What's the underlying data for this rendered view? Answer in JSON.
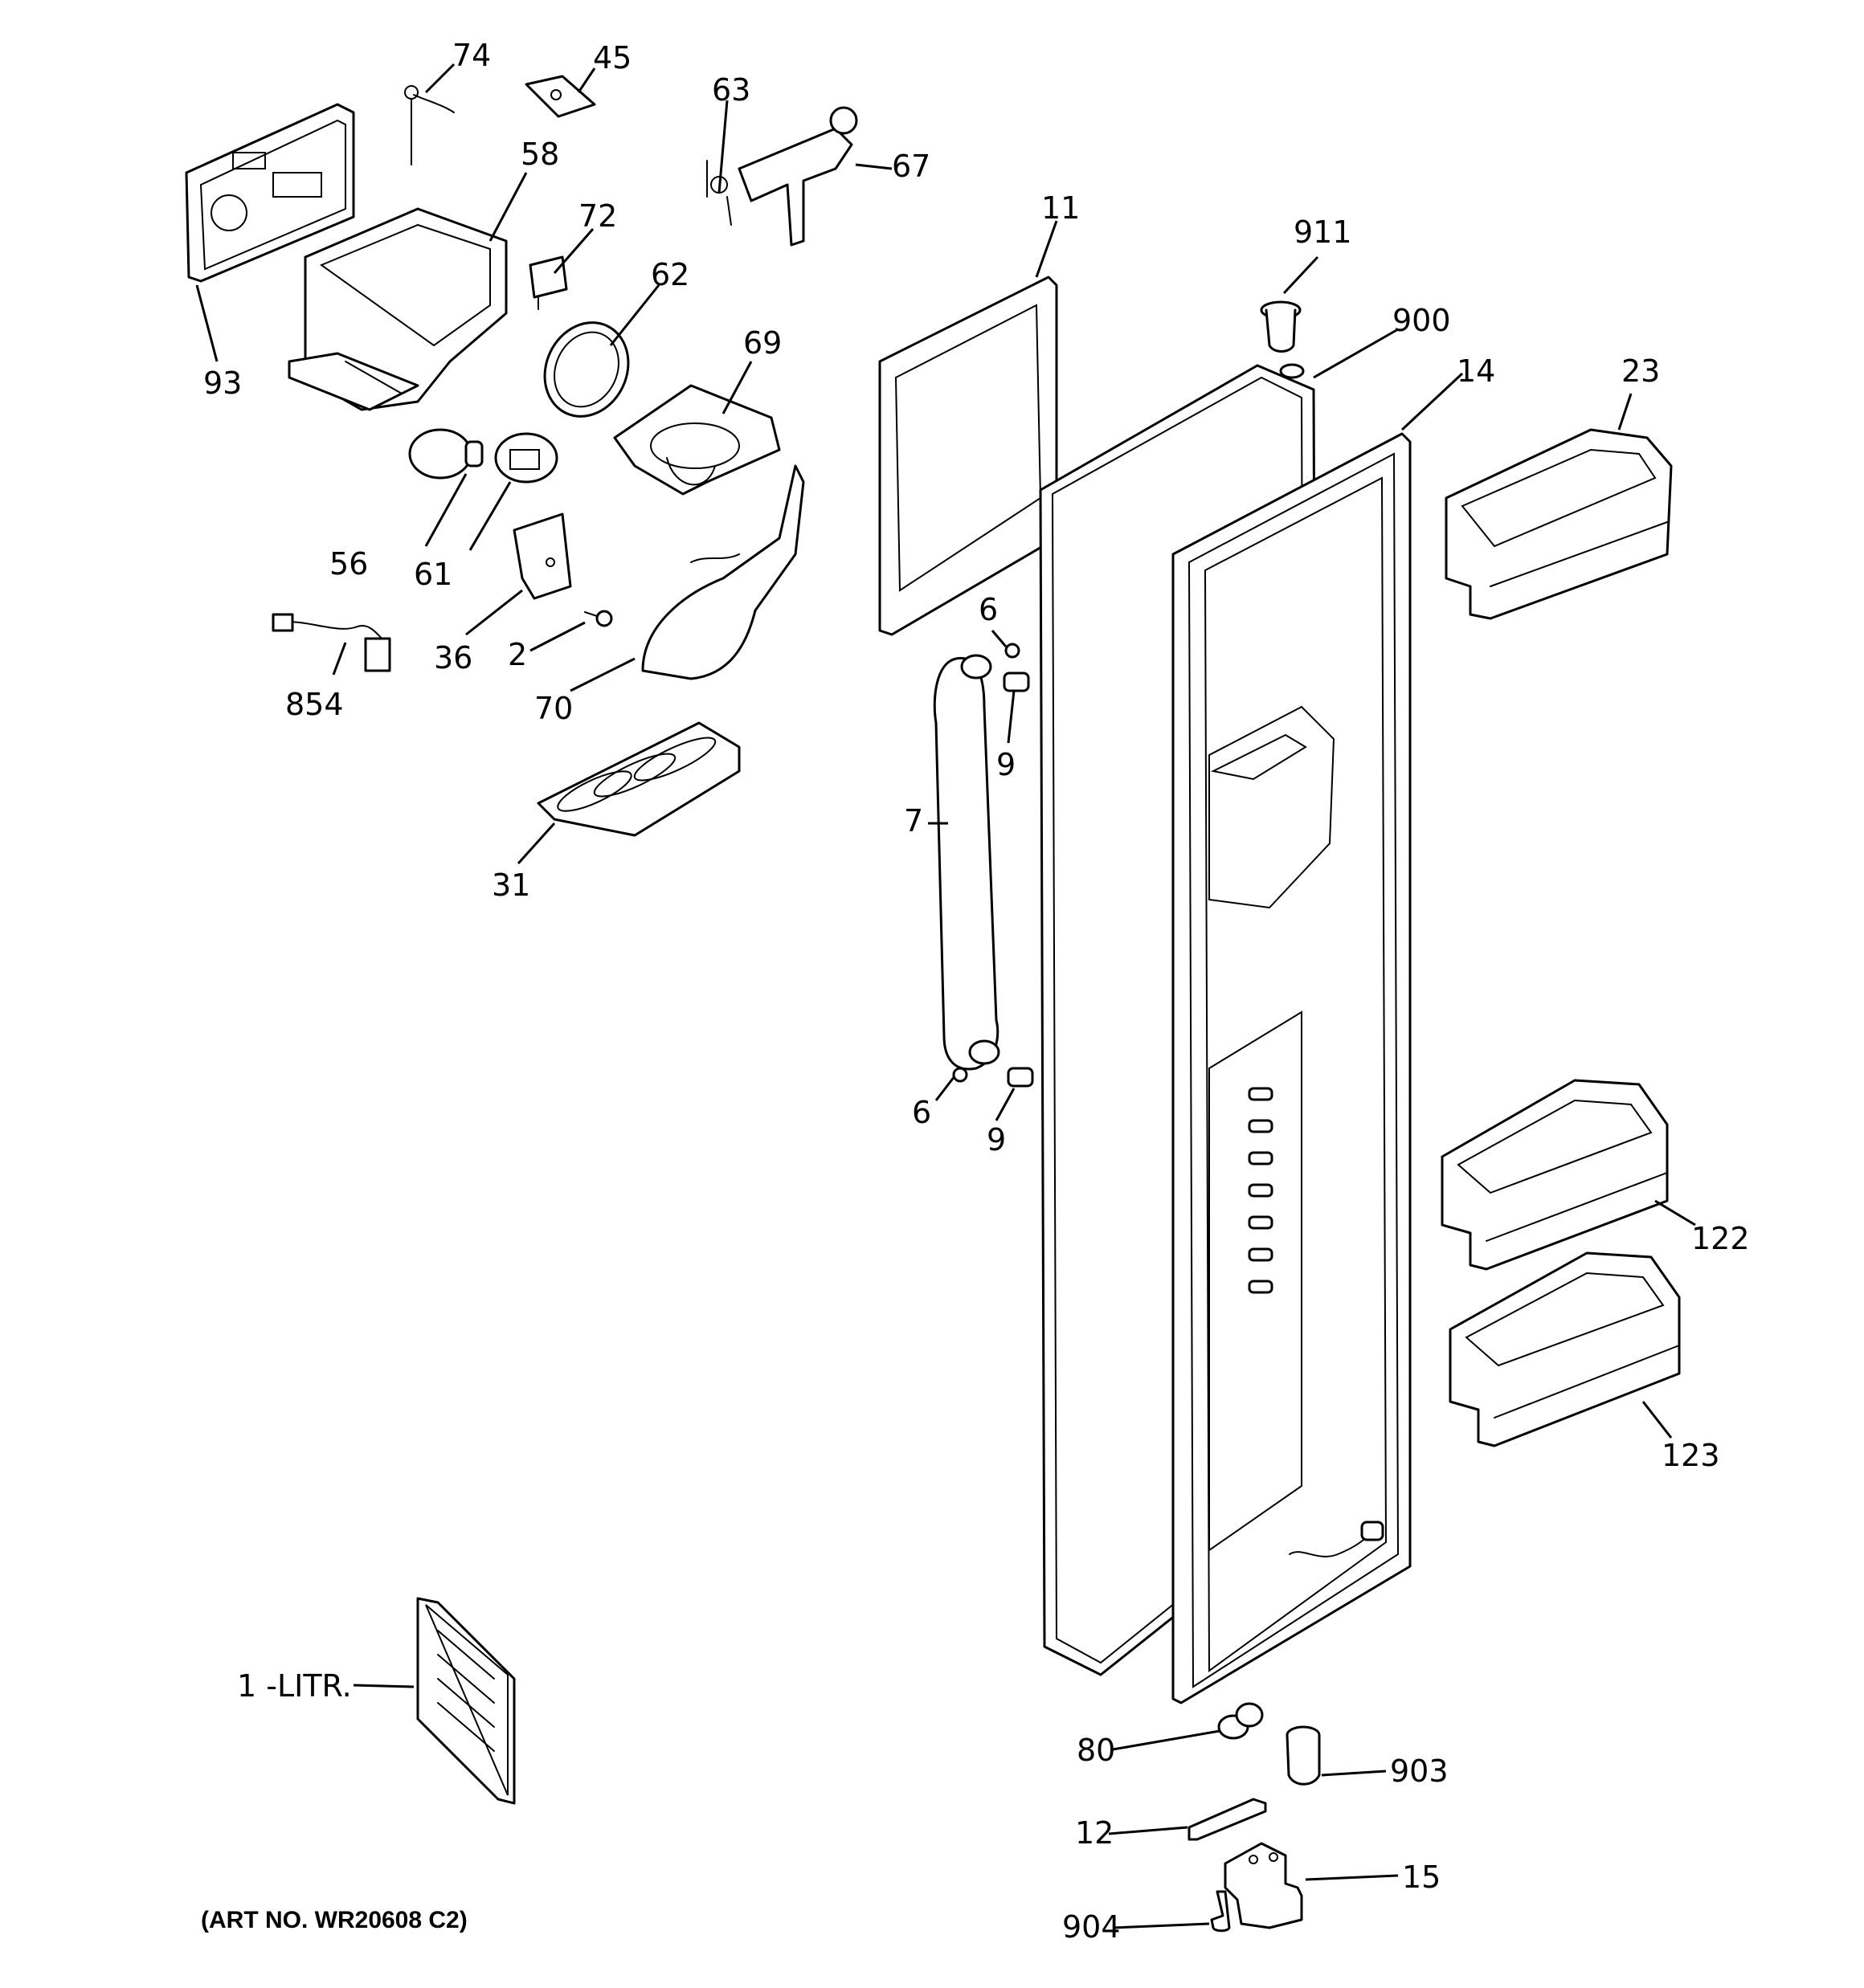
{
  "diagram": {
    "art_number": "(ART NO. WR20608 C2)",
    "callouts": [
      "74",
      "45",
      "63",
      "67",
      "58",
      "72",
      "62",
      "93",
      "69",
      "11",
      "911",
      "900",
      "14",
      "23",
      "56",
      "61",
      "36",
      "2",
      "6",
      "854",
      "70",
      "9",
      "31",
      "7",
      "6",
      "9",
      "122",
      "123",
      "1 -LITR.",
      "80",
      "903",
      "12",
      "15",
      "904"
    ]
  }
}
